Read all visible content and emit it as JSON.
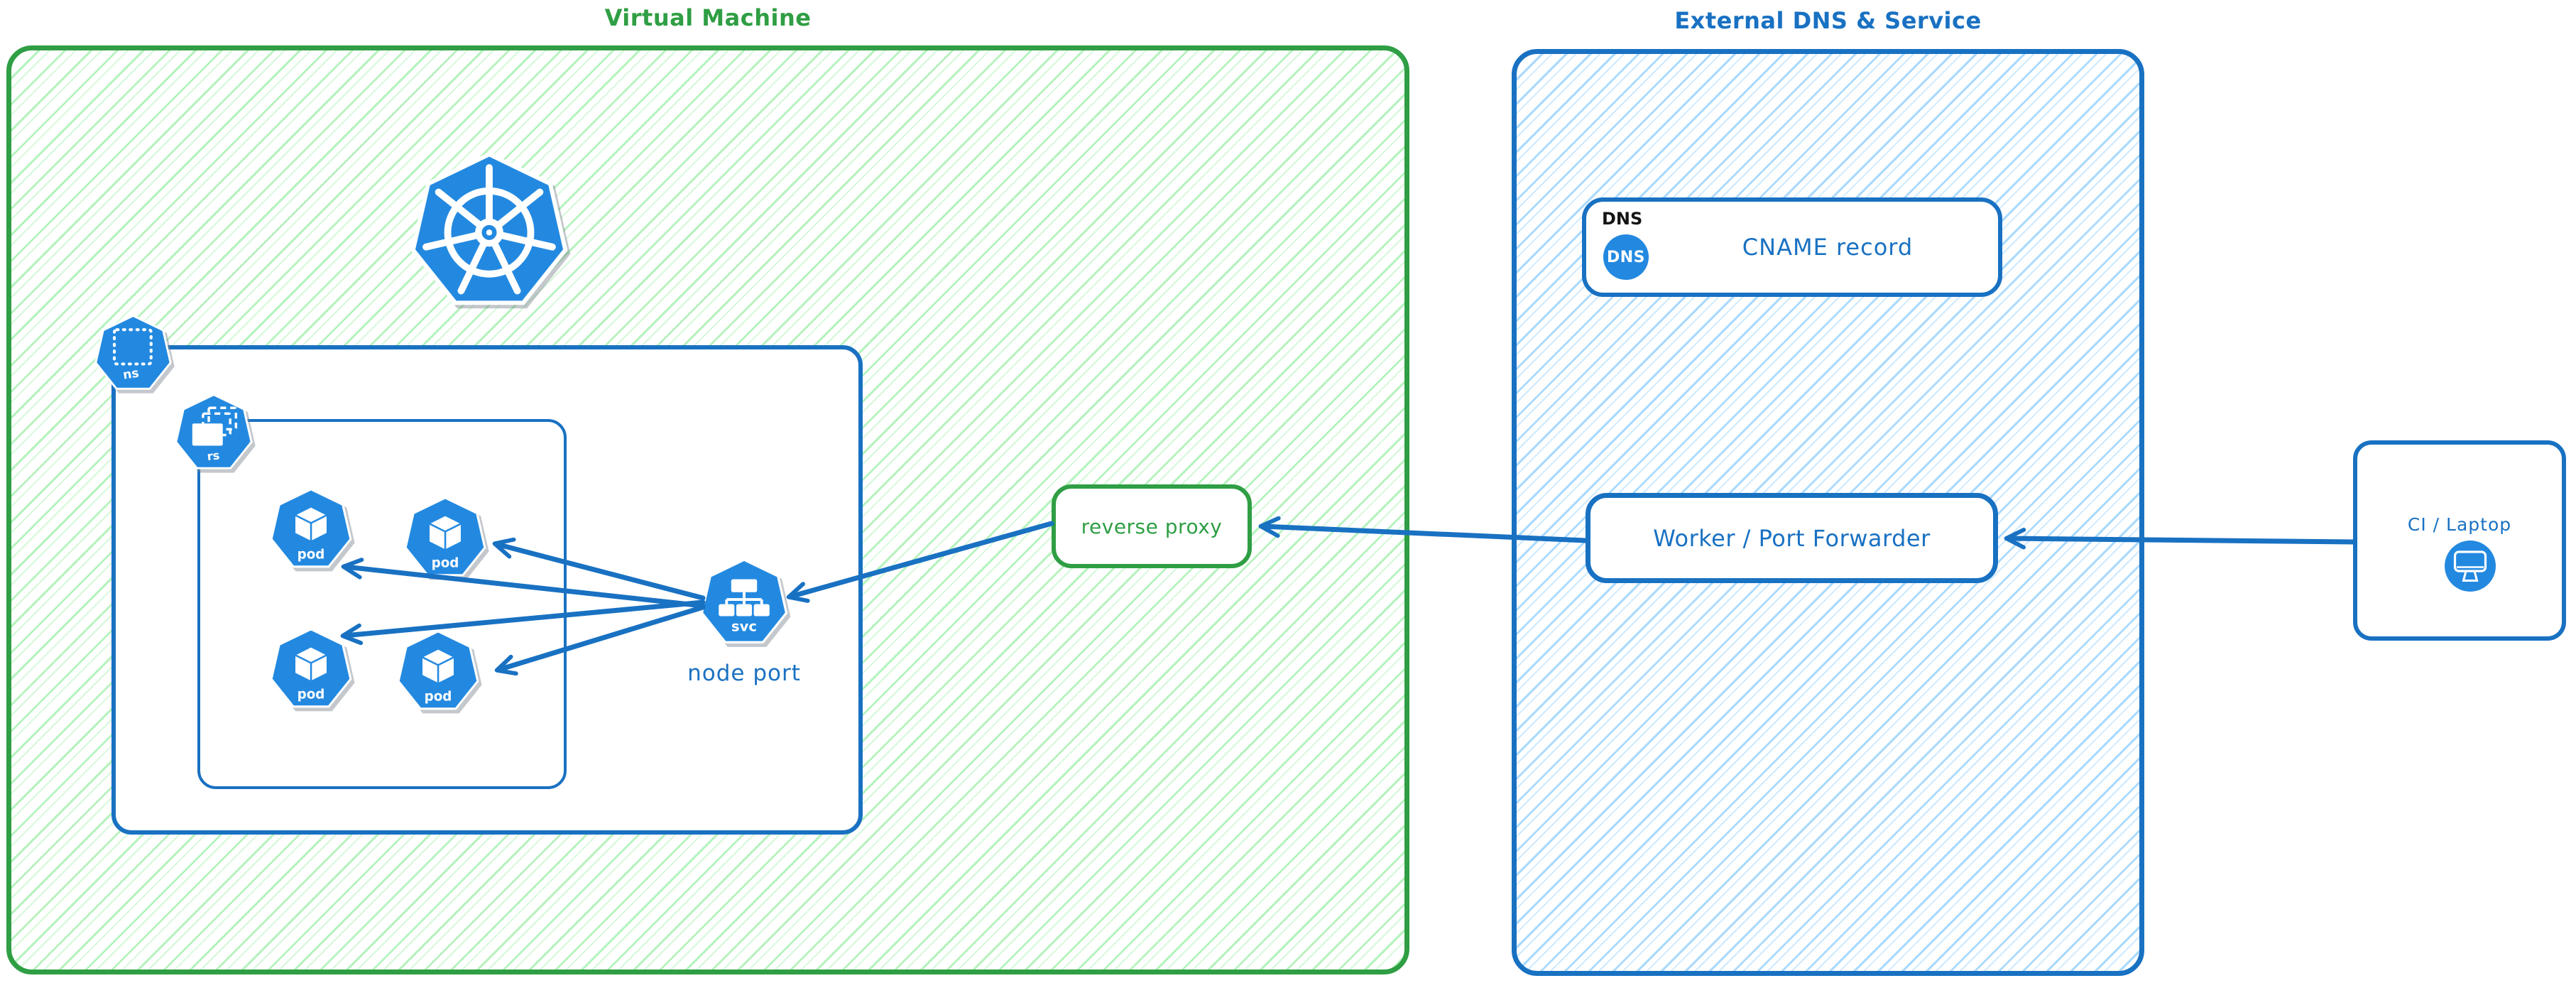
{
  "vm": {
    "title": "Virtual Machine",
    "reverse_proxy_label": "reverse proxy",
    "node_port_label": "node port",
    "ns_label": "ns",
    "rs_label": "rs",
    "svc_label": "svc",
    "pods": [
      "pod",
      "pod",
      "pod",
      "pod"
    ]
  },
  "external": {
    "title": "External DNS & Service",
    "dns_card": {
      "tag": "DNS",
      "badge": "DNS",
      "record": "CNAME record"
    },
    "worker_label": "Worker / Port Forwarder"
  },
  "client": {
    "label": "CI / Laptop"
  },
  "colors": {
    "green_stroke": "#2f9e44",
    "green_hatch": "#b2f2bb",
    "blue_stroke": "#1971c2",
    "blue_hatch": "#a5d8ff",
    "icon_blue": "#2389e0",
    "text_dark": "#141414"
  }
}
